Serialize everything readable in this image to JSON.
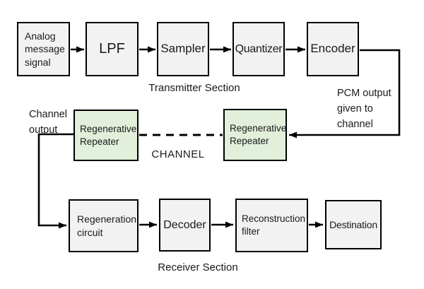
{
  "diagram": {
    "transmitter": {
      "section_label": "Transmitter Section",
      "blocks": [
        {
          "label": "Analog message signal"
        },
        {
          "label": "LPF"
        },
        {
          "label": "Sampler"
        },
        {
          "label": "Quantizer"
        },
        {
          "label": "Encoder"
        }
      ]
    },
    "channel": {
      "label": "CHANNEL",
      "channel_output_label": "Channel output",
      "pcm_output_label": "PCM output given to channel",
      "repeaters": [
        {
          "label": "Regenerative Repeater"
        },
        {
          "label": "Regenerative Repeater"
        }
      ]
    },
    "receiver": {
      "section_label": "Receiver Section",
      "blocks": [
        {
          "label": "Regeneration circuit"
        },
        {
          "label": "Decoder"
        },
        {
          "label": "Reconstruction filter"
        },
        {
          "label": "Destination"
        }
      ]
    },
    "colors": {
      "background": "#ffffff",
      "block_fill": "#f2f2f2",
      "repeater_fill": "#e2efda",
      "line": "#000000",
      "text": "#1a1a1a"
    }
  }
}
